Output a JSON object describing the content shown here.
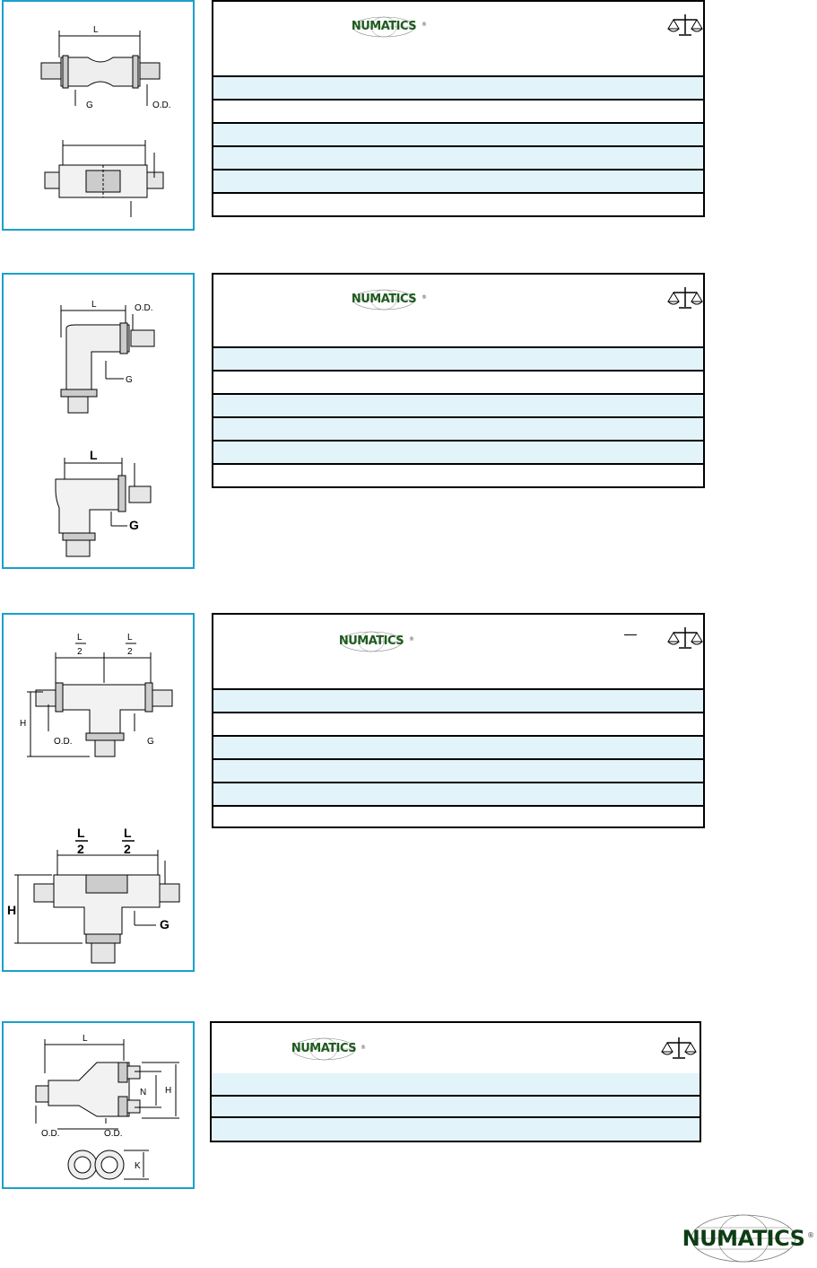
{
  "brand": {
    "name": "NUMATICS"
  },
  "colors": {
    "panel_border": "#1aa0cc",
    "row_tint": "#e2f3fa",
    "logo_green": "#1e5a1e"
  },
  "sections": [
    {
      "id": "union-connector",
      "diagram_labels": {
        "length": "L",
        "thread": "G",
        "outer_diameter": "O.D."
      }
    },
    {
      "id": "union-elbow",
      "diagram_labels": {
        "length": "L",
        "outer_diameter": "O.D.",
        "thread": "G",
        "thread_lower": "G"
      }
    },
    {
      "id": "union-tee",
      "diagram_labels": {
        "half_length_num": "L",
        "half_length_den": "2",
        "height": "H",
        "outer_diameter": "O.D.",
        "thread": "G",
        "thread_lower": "G"
      }
    },
    {
      "id": "union-y",
      "diagram_labels": {
        "length": "L",
        "n_dim": "N",
        "height": "H",
        "outer_diameter_1": "O.D.",
        "outer_diameter_2": "O.D.",
        "k_dim": "K"
      }
    }
  ],
  "icons": {
    "weight": "scale-icon",
    "logo": "globe-logo"
  }
}
